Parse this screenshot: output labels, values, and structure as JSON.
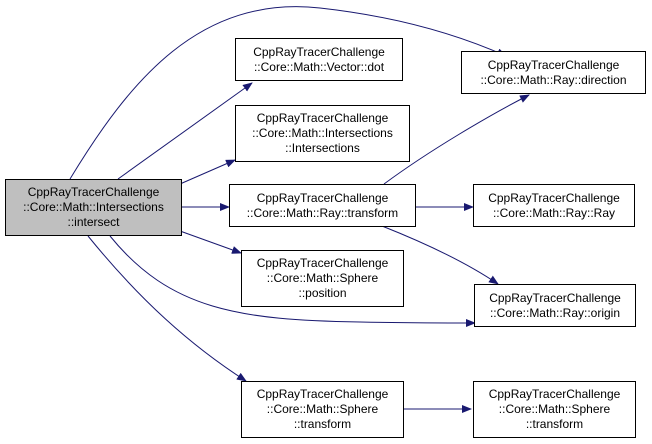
{
  "colors": {
    "edge": "#191970",
    "root_fill": "#bfbfbf",
    "node_fill": "#ffffff",
    "border": "#000000"
  },
  "nodes": {
    "root": {
      "lines": [
        "CppRayTracerChallenge",
        "::Core::Math::Intersections",
        "::intersect"
      ]
    },
    "vector_dot": {
      "lines": [
        "CppRayTracerChallenge",
        "::Core::Math::Vector::dot"
      ]
    },
    "ints_ctor": {
      "lines": [
        "CppRayTracerChallenge",
        "::Core::Math::Intersections",
        "::Intersections"
      ]
    },
    "ray_transform": {
      "lines": [
        "CppRayTracerChallenge",
        "::Core::Math::Ray::transform"
      ]
    },
    "sphere_pos": {
      "lines": [
        "CppRayTracerChallenge",
        "::Core::Math::Sphere",
        "::position"
      ]
    },
    "sphere_xf1": {
      "lines": [
        "CppRayTracerChallenge",
        "::Core::Math::Sphere",
        "::transform"
      ]
    },
    "ray_dir": {
      "lines": [
        "CppRayTracerChallenge",
        "::Core::Math::Ray::direction"
      ]
    },
    "ray_ctor": {
      "lines": [
        "CppRayTracerChallenge",
        "::Core::Math::Ray::Ray"
      ]
    },
    "ray_origin": {
      "lines": [
        "CppRayTracerChallenge",
        "::Core::Math::Ray::origin"
      ]
    },
    "sphere_xf2": {
      "lines": [
        "CppRayTracerChallenge",
        "::Core::Math::Sphere",
        "::transform"
      ]
    }
  },
  "edges": [
    {
      "from": "root",
      "to": "ray_dir"
    },
    {
      "from": "root",
      "to": "vector_dot"
    },
    {
      "from": "root",
      "to": "ints_ctor"
    },
    {
      "from": "root",
      "to": "ray_transform"
    },
    {
      "from": "root",
      "to": "sphere_pos"
    },
    {
      "from": "root",
      "to": "ray_origin"
    },
    {
      "from": "root",
      "to": "sphere_xf1"
    },
    {
      "from": "ray_transform",
      "to": "ray_dir"
    },
    {
      "from": "ray_transform",
      "to": "ray_ctor"
    },
    {
      "from": "ray_transform",
      "to": "ray_origin"
    },
    {
      "from": "sphere_xf1",
      "to": "sphere_xf2"
    }
  ]
}
